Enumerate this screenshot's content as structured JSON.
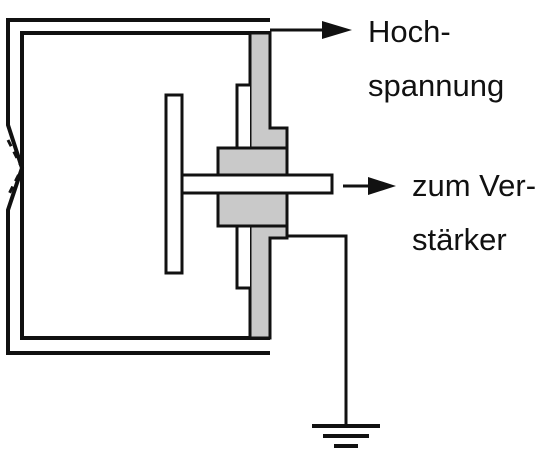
{
  "labels": {
    "hv_line1": "Hoch-",
    "hv_line2": "spannung",
    "amp_line1": "zum Ver-",
    "amp_line2": "stärker"
  },
  "colors": {
    "stroke": "#111111",
    "shading": "#c9c9c9",
    "background": "#ffffff"
  }
}
